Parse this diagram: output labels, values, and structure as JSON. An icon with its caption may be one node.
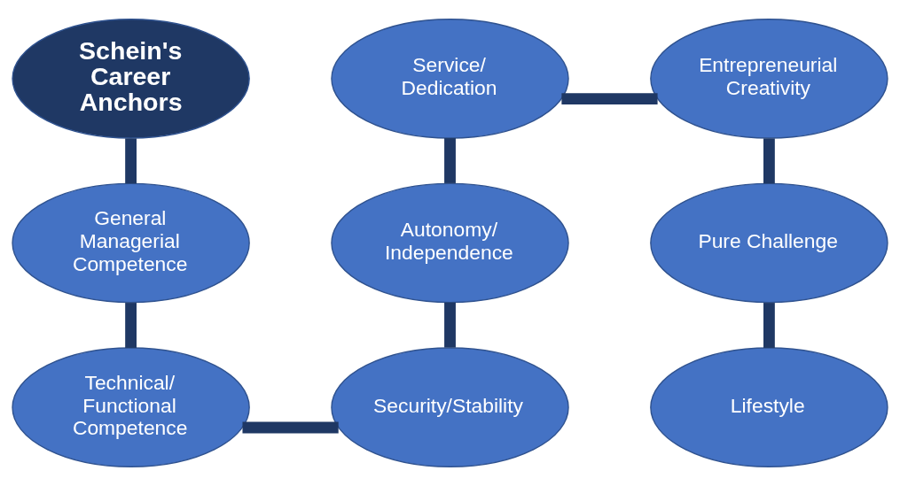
{
  "diagram": {
    "nodes": [
      {
        "text": [
          "Schein's Career Anchors"
        ]
      },
      {
        "text": [
          "General Managerial Competence"
        ]
      },
      {
        "text": [
          "Technical/ Functional Competence"
        ]
      },
      {
        "text": [
          "Security/Stability"
        ]
      },
      {
        "text": [
          "Autonomy/ Independence"
        ]
      },
      {
        "text": [
          "Service/ Dedication"
        ]
      },
      {
        "text": [
          "Entrepreneurial Creativity"
        ]
      },
      {
        "text": [
          "Pure Challenge"
        ]
      },
      {
        "text": [
          "Lifestyle"
        ]
      }
    ],
    "edges": [
      {
        "from": 0,
        "to": 1,
        "arrow": "none"
      },
      {
        "from": 1,
        "to": 2,
        "arrow": "none"
      },
      {
        "from": 2,
        "to": 3,
        "arrow": "none"
      },
      {
        "from": 3,
        "to": 4,
        "arrow": "none"
      },
      {
        "from": 4,
        "to": 5,
        "arrow": "none"
      },
      {
        "from": 5,
        "to": 6,
        "arrow": "none"
      },
      {
        "from": 6,
        "to": 7,
        "arrow": "none"
      },
      {
        "from": 7,
        "to": 8,
        "arrow": "none"
      }
    ]
  }
}
